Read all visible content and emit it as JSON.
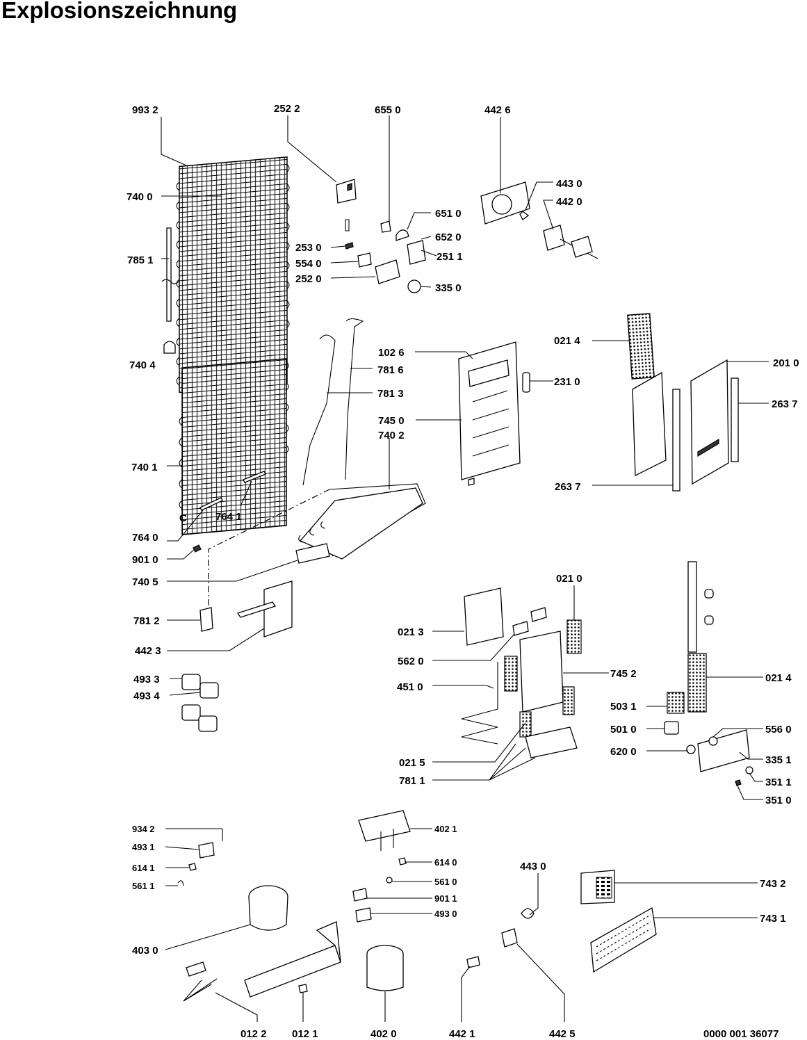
{
  "title": "Explosionszeichnung",
  "drawing_number": "0000 001 36077",
  "part_labels": [
    "993 2",
    "252 2",
    "655 0",
    "442 6",
    "740 0",
    "443 0",
    "442 0",
    "651 0",
    "652 0",
    "785 1",
    "253 0",
    "554 0",
    "251 1",
    "252 0",
    "335 0",
    "102 6",
    "021 4",
    "201 0",
    "740 4",
    "781 6",
    "231 0",
    "781 3",
    "263 7",
    "745 0",
    "740 2",
    "740 1",
    "263 7",
    "764 1",
    "764 0",
    "901 0",
    "740 5",
    "021 0",
    "781 2",
    "021 3",
    "442 3",
    "562 0",
    "745 2",
    "021 4",
    "493 3",
    "451 0",
    "493 4",
    "503 1",
    "501 0",
    "556 0",
    "620 0",
    "335 1",
    "021 5",
    "351 1",
    "781 1",
    "351 0",
    "934 2",
    "402 1",
    "493 1",
    "614 0",
    "614 1",
    "443 0",
    "561 0",
    "561 1",
    "901 1",
    "743 2",
    "493 0",
    "403 0",
    "743 1",
    "012 2",
    "012 1",
    "402 0",
    "442 1",
    "442 5"
  ]
}
